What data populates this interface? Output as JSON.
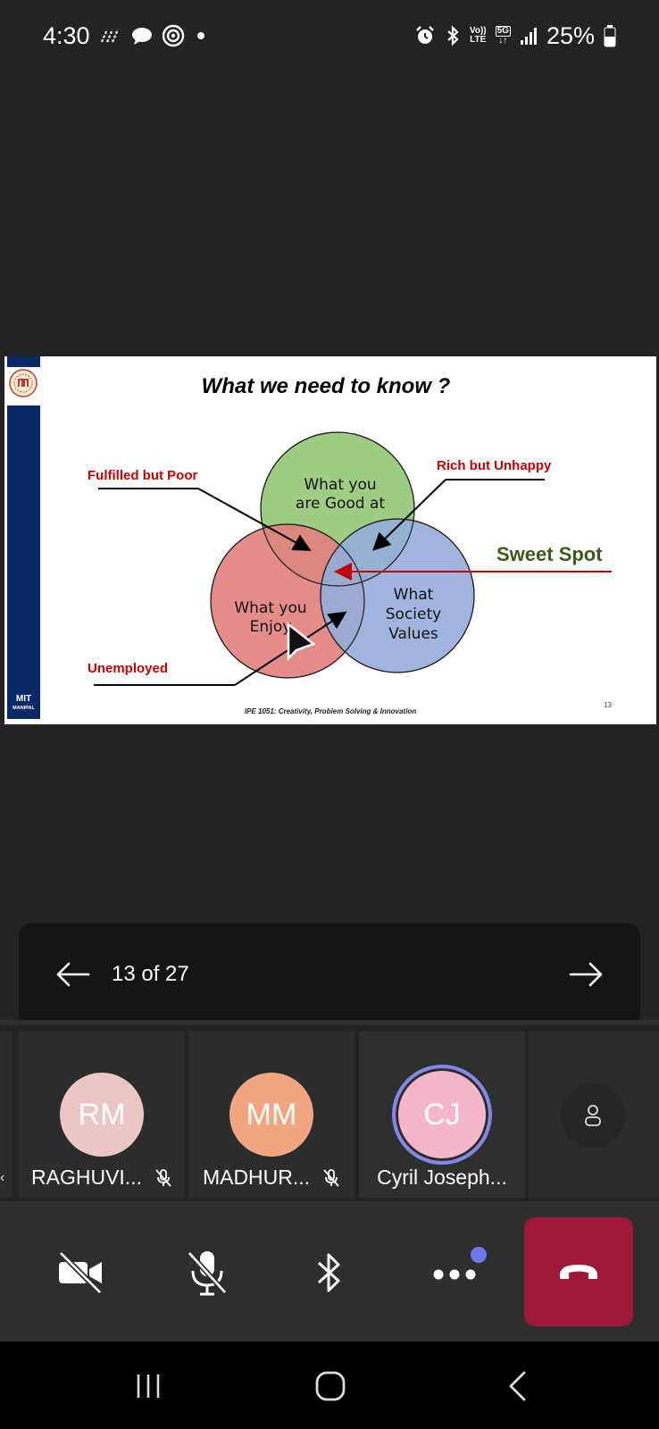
{
  "status_bar": {
    "time": "4:30",
    "battery": "25%",
    "network_top": "Vo))",
    "network_bottom": "LTE",
    "network_5g": "5G"
  },
  "slide": {
    "title": "What we need to know ?",
    "brand_line1": "MIT",
    "brand_line2": "MANIPAL",
    "circle_good": [
      "What you",
      "are Good at"
    ],
    "circle_enjoy": [
      "What you",
      "Enjoy"
    ],
    "circle_society": [
      "What",
      "Society",
      "Values"
    ],
    "label_fulfilled": "Fulfilled but Poor",
    "label_rich": "Rich but Unhappy",
    "label_sweet": "Sweet Spot",
    "label_unemployed": "Unemployed",
    "footer": "IPE 1051: Creativity, Problem Solving & Innovation",
    "page_number": "13"
  },
  "slide_nav": {
    "counter": "13 of 27"
  },
  "participants": [
    {
      "initials": "RM",
      "name": "RAGHUVI...",
      "muted": true,
      "avatar_color": "#ecc6c4"
    },
    {
      "initials": "MM",
      "name": "MADHUR...",
      "muted": true,
      "avatar_color": "#f2a67f"
    },
    {
      "initials": "CJ",
      "name": "Cyril Joseph...",
      "muted": false,
      "avatar_color": "#f4b6c8",
      "speaking": true
    }
  ],
  "colors": {
    "background": "#232323",
    "hangup": "#9e1838",
    "speaking_ring": "#8088e8",
    "notification_dot": "#6e78ec",
    "sweet_spot_green": "#3a5a1e",
    "slide_red": "#c00000"
  }
}
